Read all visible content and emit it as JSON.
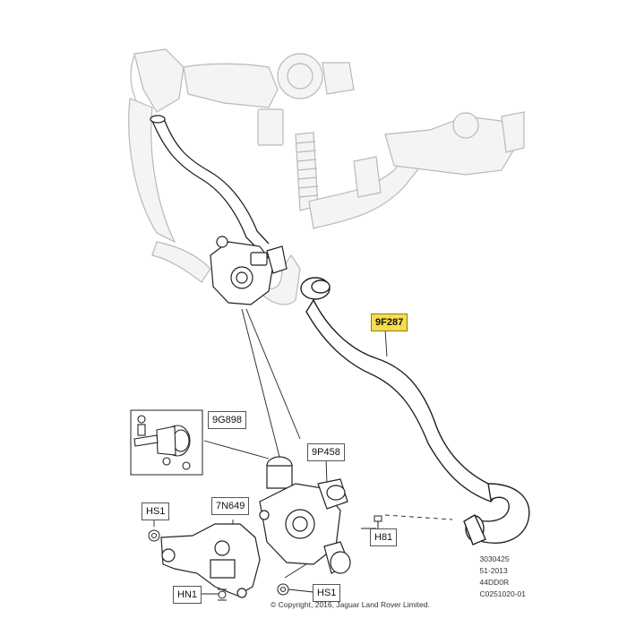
{
  "callouts": {
    "c9F287": "9F287",
    "c9G898": "9G898",
    "c9P458": "9P458",
    "c7N649": "7N649",
    "cHS1_left": "HS1",
    "cH81": "H81",
    "cHN1": "HN1",
    "cHS1_bottom": "HS1"
  },
  "meta": {
    "line1": "3030425",
    "line2": "51-2013",
    "line3": "44DD0R",
    "line4": "C0251020-01"
  },
  "copyright": "© Copyright, 2016, Jaguar Land Rover Limited.",
  "colors": {
    "highlight": "#f7dd4d",
    "ghost_parts": "#c8c8c8",
    "line_art": "#222222"
  }
}
